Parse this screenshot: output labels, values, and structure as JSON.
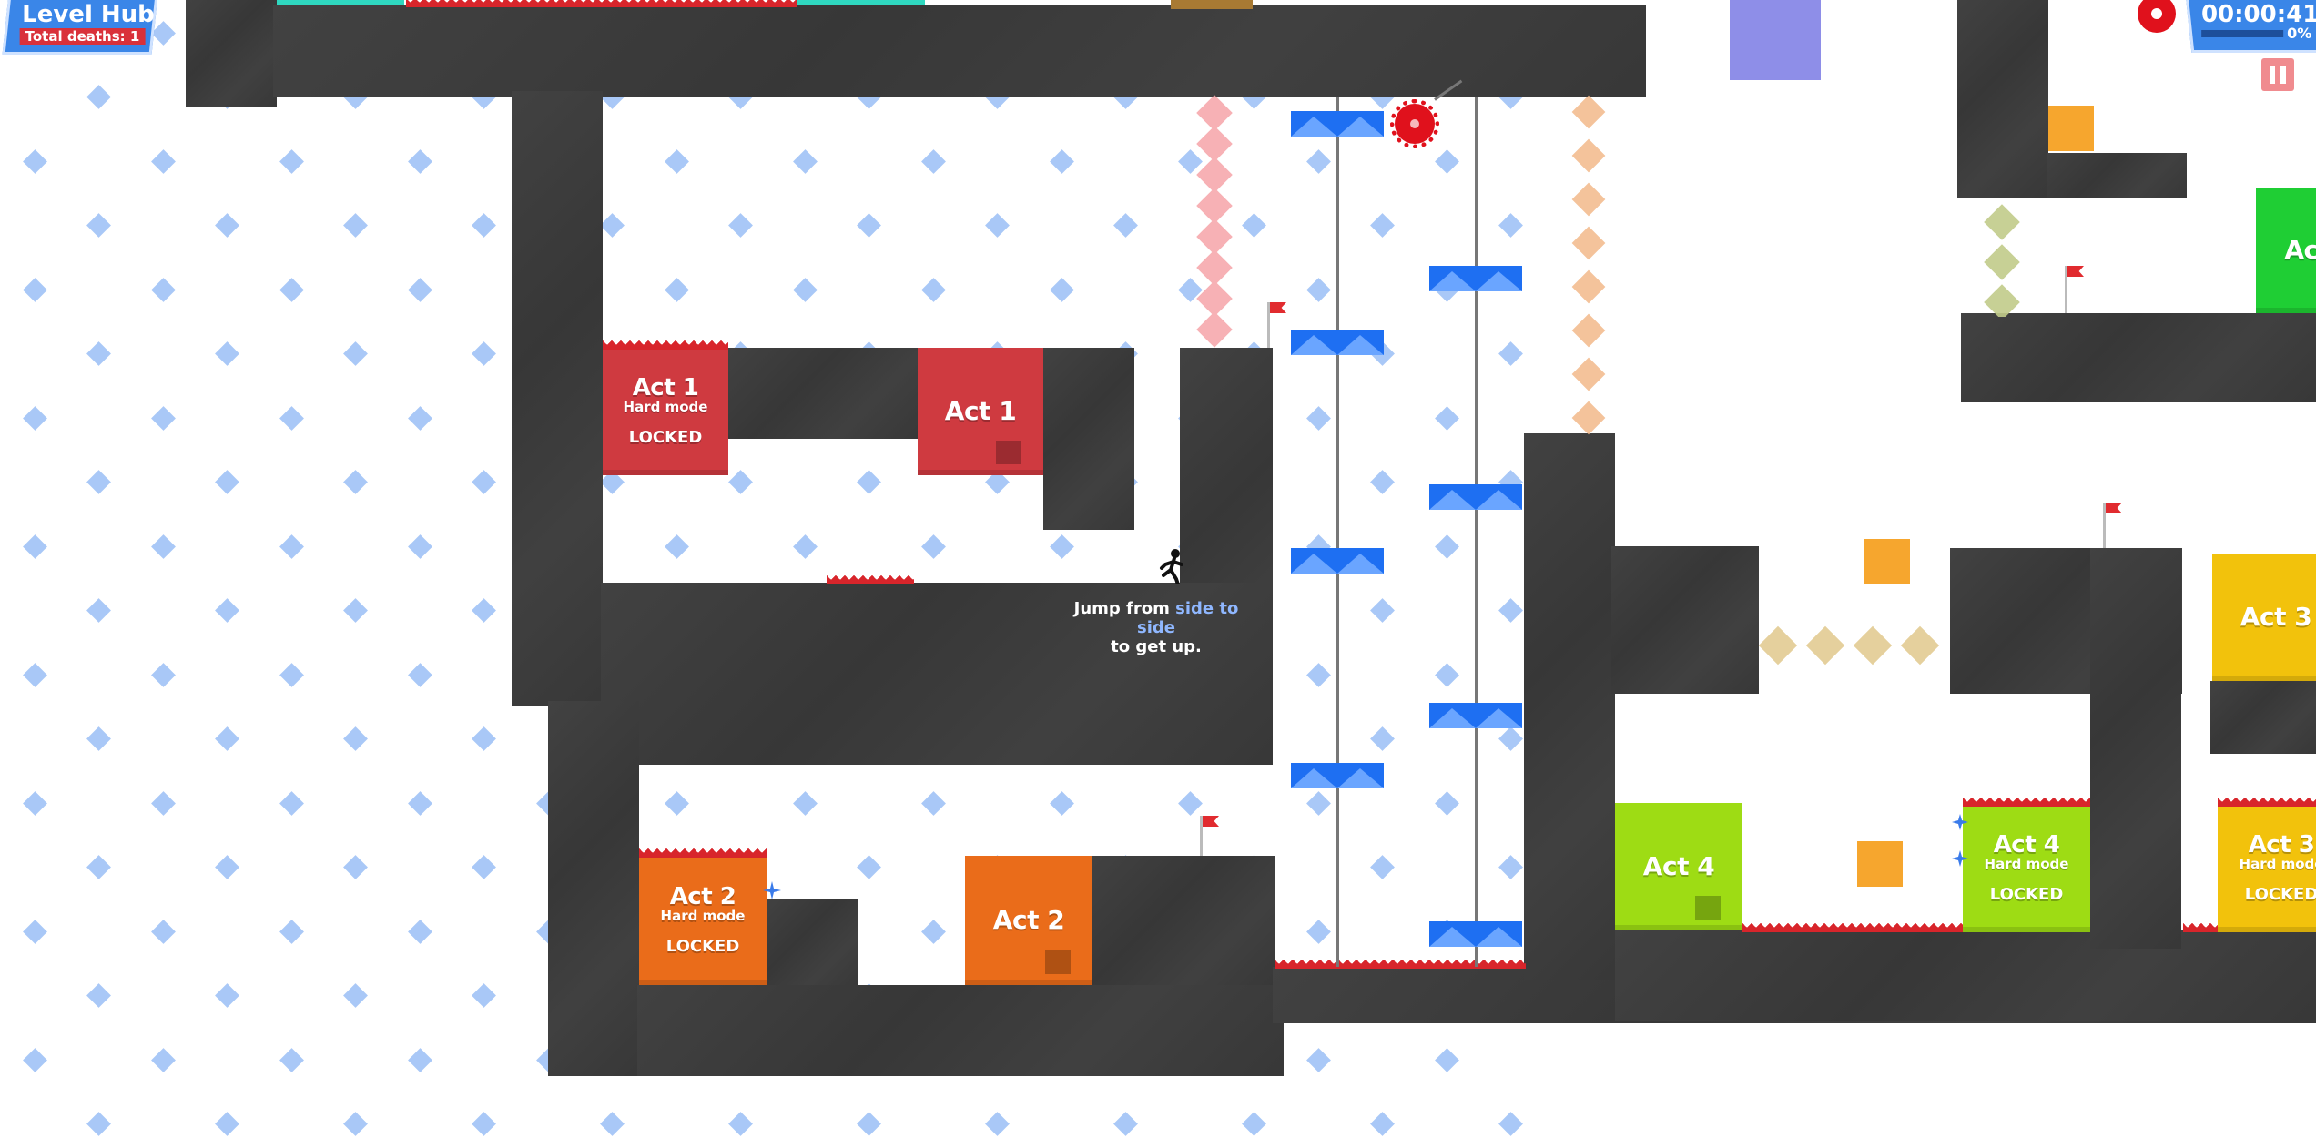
{
  "hud": {
    "title": "Level Hub",
    "total_deaths": "Total deaths: 1",
    "timer": "00:00:41",
    "progress_pct": "0%",
    "progress_fraction": 0
  },
  "hint": {
    "line1_pre": "Jump from ",
    "line1_hl": "side to side",
    "line2": "to get up."
  },
  "blocks": {
    "act1_hard": {
      "title": "Act 1",
      "sub": "Hard mode",
      "lock": "LOCKED"
    },
    "act1": {
      "title": "Act 1"
    },
    "act2_hard": {
      "title": "Act 2",
      "sub": "Hard mode",
      "lock": "LOCKED"
    },
    "act2": {
      "title": "Act 2"
    },
    "act4": {
      "title": "Act 4"
    },
    "act4_hard": {
      "title": "Act 4",
      "sub": "Hard mode",
      "lock": "LOCKED"
    },
    "act3": {
      "title": "Act 3"
    },
    "act3_hard": {
      "title": "Act 3",
      "sub": "Hard mode",
      "lock": "LOCKED"
    },
    "act_partial": {
      "title": "Ac"
    }
  },
  "colors": {
    "wall": "#3a3a3a",
    "diamond_bg": "#a9c8f7",
    "spike": "#d8252b",
    "platform": "#1e6ff2",
    "hud": "#3a86e8",
    "act1": "#cf3a40",
    "act2": "#ea6c1a",
    "act4": "#9edc14",
    "act3": "#f2c20c",
    "act5": "#1fce34"
  },
  "icons": [
    "pause-icon",
    "saw-blade-icon",
    "checkpoint-flag-icon",
    "player-stickman-icon",
    "sparkle-icon"
  ]
}
